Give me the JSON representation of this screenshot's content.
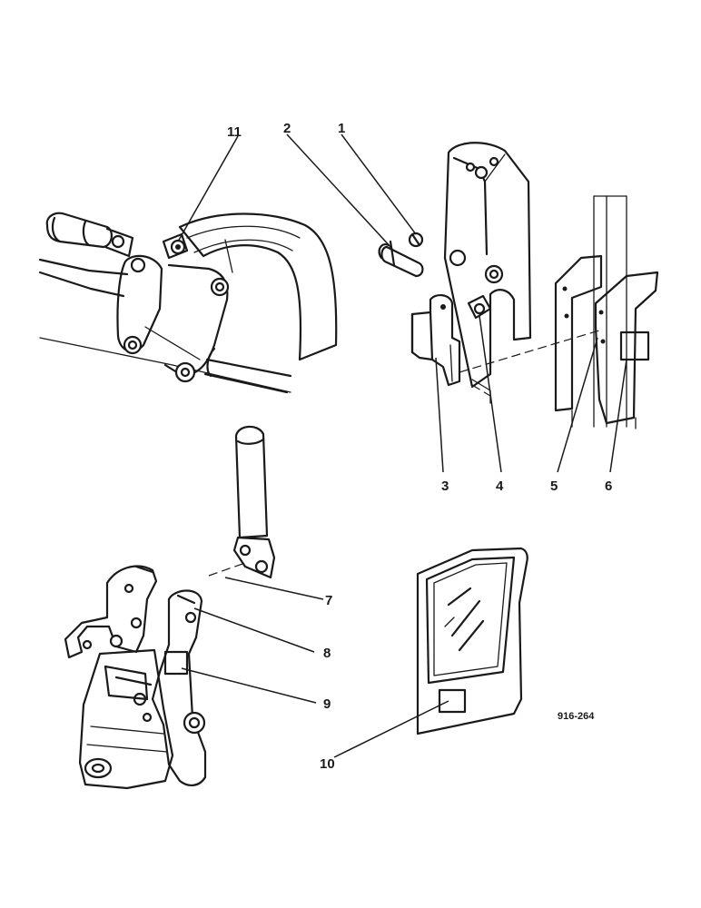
{
  "figure_ref": "916-264",
  "callouts": {
    "c1": "1",
    "c2": "2",
    "c3": "3",
    "c4": "4",
    "c5": "5",
    "c6": "6",
    "c7": "7",
    "c8": "8",
    "c9": "9",
    "c10": "10",
    "c11": "11"
  },
  "colors": {
    "ink": "#1a1a1a",
    "paper": "#ffffff"
  }
}
